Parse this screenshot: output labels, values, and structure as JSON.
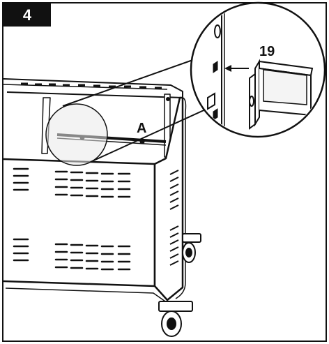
{
  "step": {
    "number": "4"
  },
  "callouts": {
    "part_label": "19",
    "region_label": "A"
  }
}
